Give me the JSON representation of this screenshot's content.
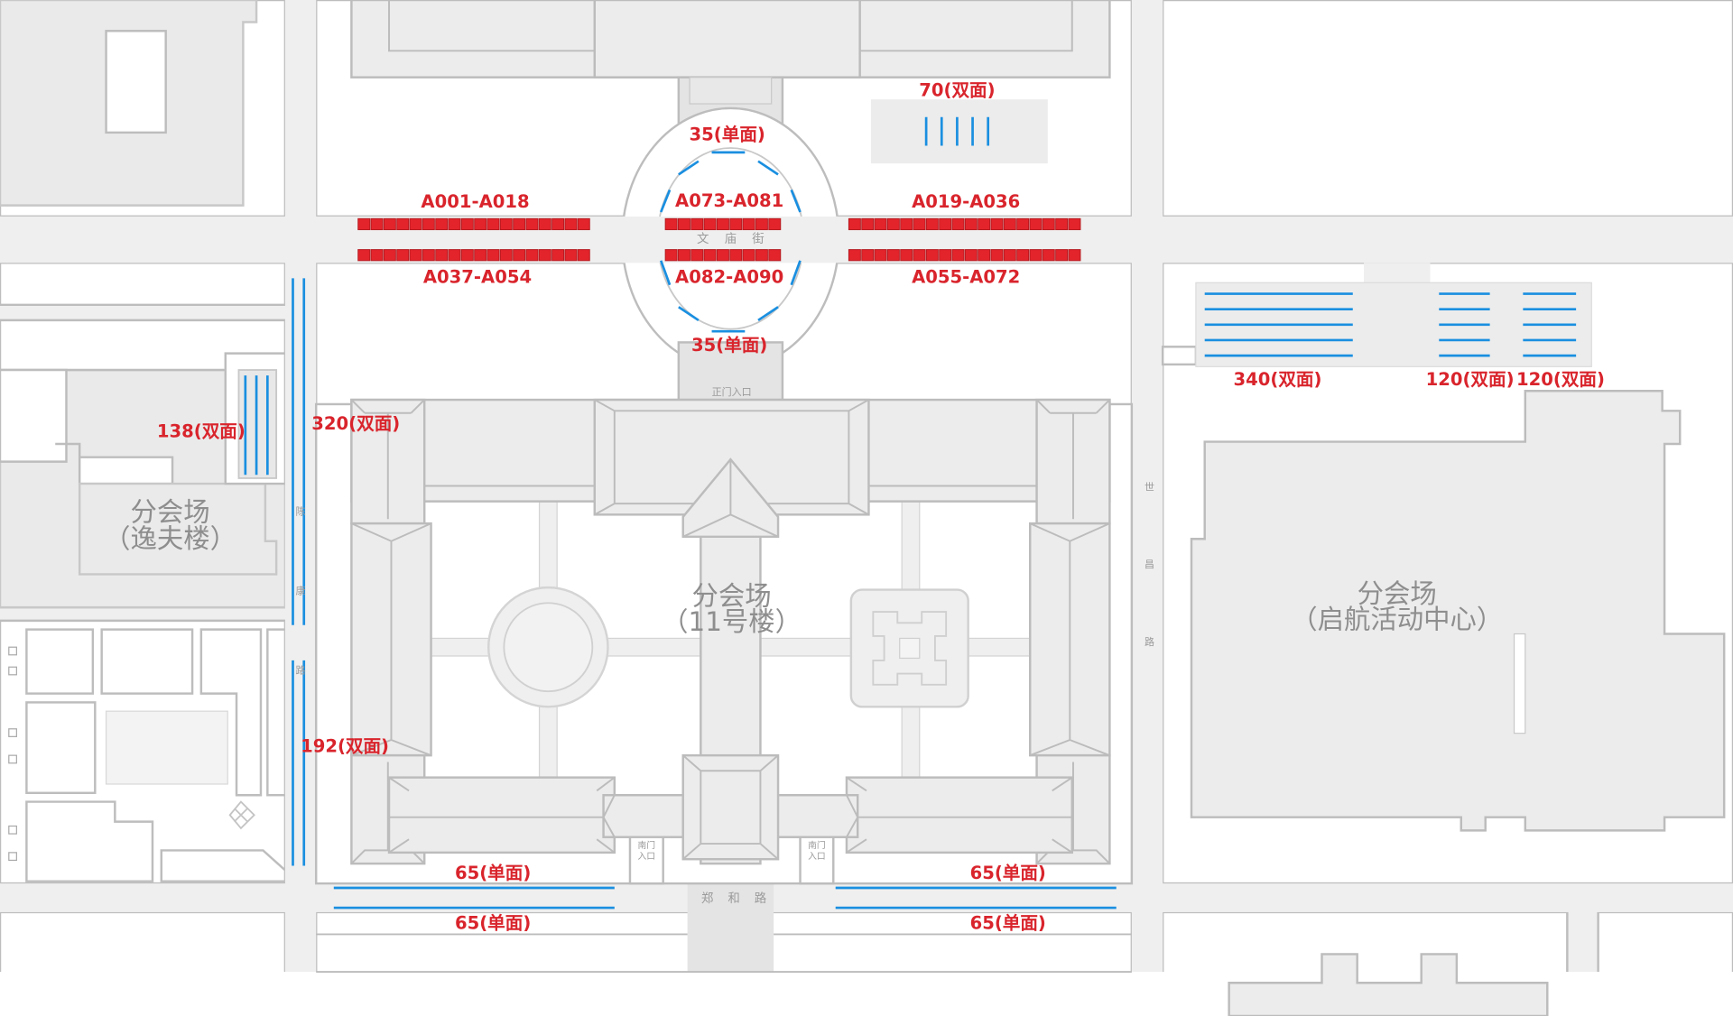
{
  "venues": {
    "yifu_name": "分会场",
    "yifu_sub": "（逸夫楼）",
    "b11_name": "分会场",
    "b11_sub": "（11号楼）",
    "qihang_name": "分会场",
    "qihang_sub": "（启航活动中心）"
  },
  "streets": {
    "wenmiao": [
      "文",
      "庙",
      "街"
    ],
    "zhenghe": [
      "郑",
      "和",
      "路"
    ],
    "east": [
      "世",
      "昌",
      "路"
    ],
    "west": [
      "陈",
      "康",
      "路"
    ]
  },
  "entrances": {
    "main": "正门入口",
    "south_left": [
      "南门",
      "入口"
    ],
    "south_right": [
      "南门",
      "入口"
    ]
  },
  "stalls": {
    "a001": "A001-A018",
    "a019": "A019-A036",
    "a037": "A037-A054",
    "a055": "A055-A072",
    "a073": "A073-A081",
    "a082": "A082-A090"
  },
  "boards": {
    "n35_top": "35(单面)",
    "n35_bottom": "35(单面)",
    "n70": "70(双面)",
    "n340": "340(双面)",
    "n120a": "120(双面)",
    "n120b": "120(双面)",
    "n138": "138(双面)",
    "n320": "320(双面)",
    "n192": "192(双面)",
    "s65_l1": "65(单面)",
    "s65_r1": "65(单面)",
    "s65_l2": "65(单面)",
    "s65_r2": "65(单面)"
  },
  "colors": {
    "stall_red": "#e3242b",
    "board_blue": "#1a8fe0",
    "label_red": "#d9242c"
  }
}
